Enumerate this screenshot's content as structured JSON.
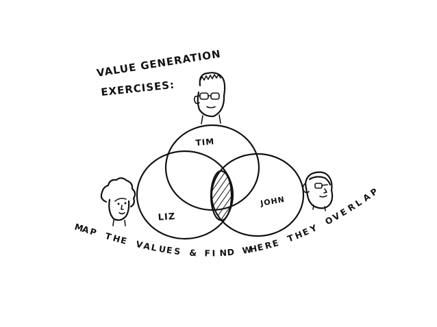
{
  "title": {
    "line1": "VALUE GENERATION",
    "line2": "EXERCISES:"
  },
  "circles": {
    "top": "TIM",
    "left": "LIZ",
    "right": "JOHN"
  },
  "caption": "MAP THE VALUES & FIND WHERE THEY OVERLAP",
  "people": {
    "top": "tim-face-icon",
    "left": "liz-face-icon",
    "right": "john-face-icon"
  },
  "colors": {
    "ink": "#111111",
    "background": "#ffffff"
  }
}
